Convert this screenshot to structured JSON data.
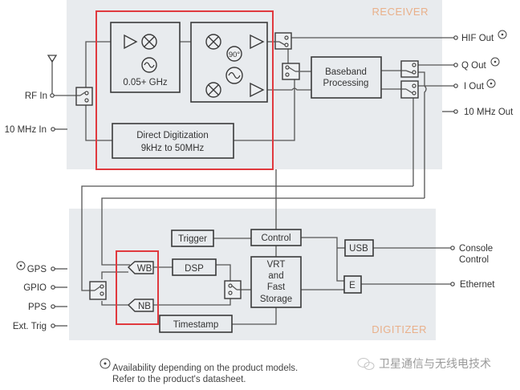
{
  "sections": {
    "receiver": "RECEIVER",
    "digitizer": "DIGITIZER"
  },
  "receiver": {
    "inputs": {
      "rf_in": "RF In",
      "ref_in": "10 MHz In"
    },
    "blocks": {
      "downconverter_label": "0.05+ GHz",
      "phase_shift": "90°",
      "direct_digitization_line1": "Direct Digitization",
      "direct_digitization_line2": "9kHz to 50MHz",
      "baseband_line1": "Baseband",
      "baseband_line2": "Processing"
    },
    "outputs": {
      "hif_out": "HIF Out",
      "q_out": "Q Out",
      "i_out": "I Out",
      "ref_out": "10 MHz Out"
    },
    "optional_outputs": [
      "HIF Out",
      "Q Out",
      "I Out"
    ]
  },
  "digitizer": {
    "inputs": {
      "gps": "GPS",
      "gpio": "GPIO",
      "pps": "PPS",
      "ext_trig": "Ext. Trig"
    },
    "optional_inputs": [
      "GPS"
    ],
    "blocks": {
      "trigger": "Trigger",
      "control": "Control",
      "usb": "USB",
      "ethernet_block": "E",
      "dsp": "DSP",
      "wb": "WB",
      "nb": "NB",
      "storage_line1": "VRT",
      "storage_line2": "and",
      "storage_line3": "Fast",
      "storage_line4": "Storage",
      "timestamp": "Timestamp"
    },
    "outputs": {
      "console_line1": "Console",
      "console_line2": "Control",
      "ethernet": "Ethernet"
    }
  },
  "footnote": {
    "line1": "Availability depending on the product models.",
    "line2": "Refer to the product's datasheet."
  },
  "watermark": "卫星通信与无线电技术",
  "colors": {
    "panel": "#e8ebee",
    "highlight": "#e0393e",
    "section_label": "#e9b08a"
  }
}
